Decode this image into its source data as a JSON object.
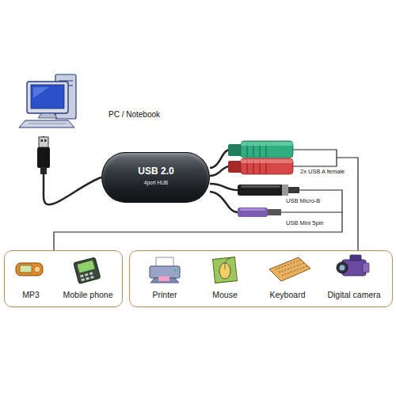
{
  "diagram": {
    "nodes": [
      {
        "text": [
          "PC / Notebook"
        ]
      },
      {
        "text": [
          "USB 2.0",
          "4port HUB"
        ]
      },
      {
        "text": [
          "MP3",
          "Mobile phone"
        ]
      },
      {
        "text": [
          "Printer",
          "Mouse",
          "Keyboard",
          "Digital camera"
        ]
      }
    ],
    "edges": [
      {
        "from": 0,
        "to": 1,
        "arrow": "none"
      },
      {
        "from": 1,
        "to": 3,
        "arrow": "none"
      },
      {
        "from": 1,
        "to": 2,
        "arrow": "none"
      }
    ],
    "labels": [
      "2x USB A female",
      "USB Micro-B",
      "USB Mini 5pin"
    ]
  }
}
